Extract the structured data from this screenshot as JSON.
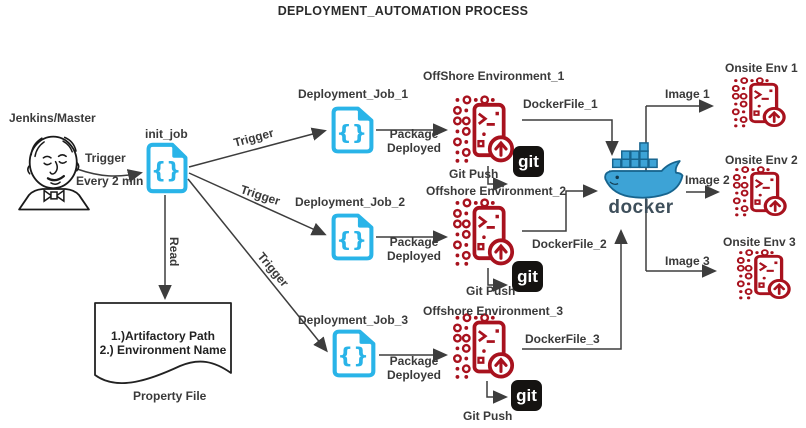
{
  "title": "DEPLOYMENT_AUTOMATION PROCESS",
  "jenkins": {
    "label": "Jenkins/Master",
    "trigger_label": "Trigger",
    "interval_label": "Every 2 min"
  },
  "init_job": {
    "label": "init_job",
    "read_label": "Read"
  },
  "triggers": [
    "Trigger",
    "Trigger",
    "Trigger"
  ],
  "jobs": [
    {
      "label": "Deployment_Job_1",
      "package_label": "Package\nDeployed"
    },
    {
      "label": "Deployment_Job_2",
      "package_label": "Package\nDeployed"
    },
    {
      "label": "Deployment_Job_3",
      "package_label": "Package\nDeployed"
    }
  ],
  "offshore_envs": [
    "OffShore Environment_1",
    "Offshore Environment_2",
    "Offshore Environment_3"
  ],
  "dockerfiles": [
    "DockerFile_1",
    "DockerFile_2",
    "DockerFile_3"
  ],
  "git": {
    "logo": "git",
    "push_labels": [
      "Git Push",
      "Git Push",
      "Git Push"
    ]
  },
  "docker": {
    "wordmark": "docker"
  },
  "images": [
    "Image 1",
    "Image 2",
    "Image 3"
  ],
  "onsite_envs": [
    "Onsite Env 1",
    "Onsite Env 2",
    "Onsite Env 3"
  ],
  "property_file": {
    "line1": "1.)Artifactory Path",
    "line2": "2.) Environment Name",
    "caption": "Property File"
  },
  "icons": {
    "braces": "{}"
  },
  "colors": {
    "job_cyan": "#29b4e8",
    "env_red": "#a8121e",
    "docker_blue": "#3da3d6",
    "docker_text": "#3e4f5b",
    "git_black": "#151311",
    "line_gray": "#3d3d3d"
  }
}
